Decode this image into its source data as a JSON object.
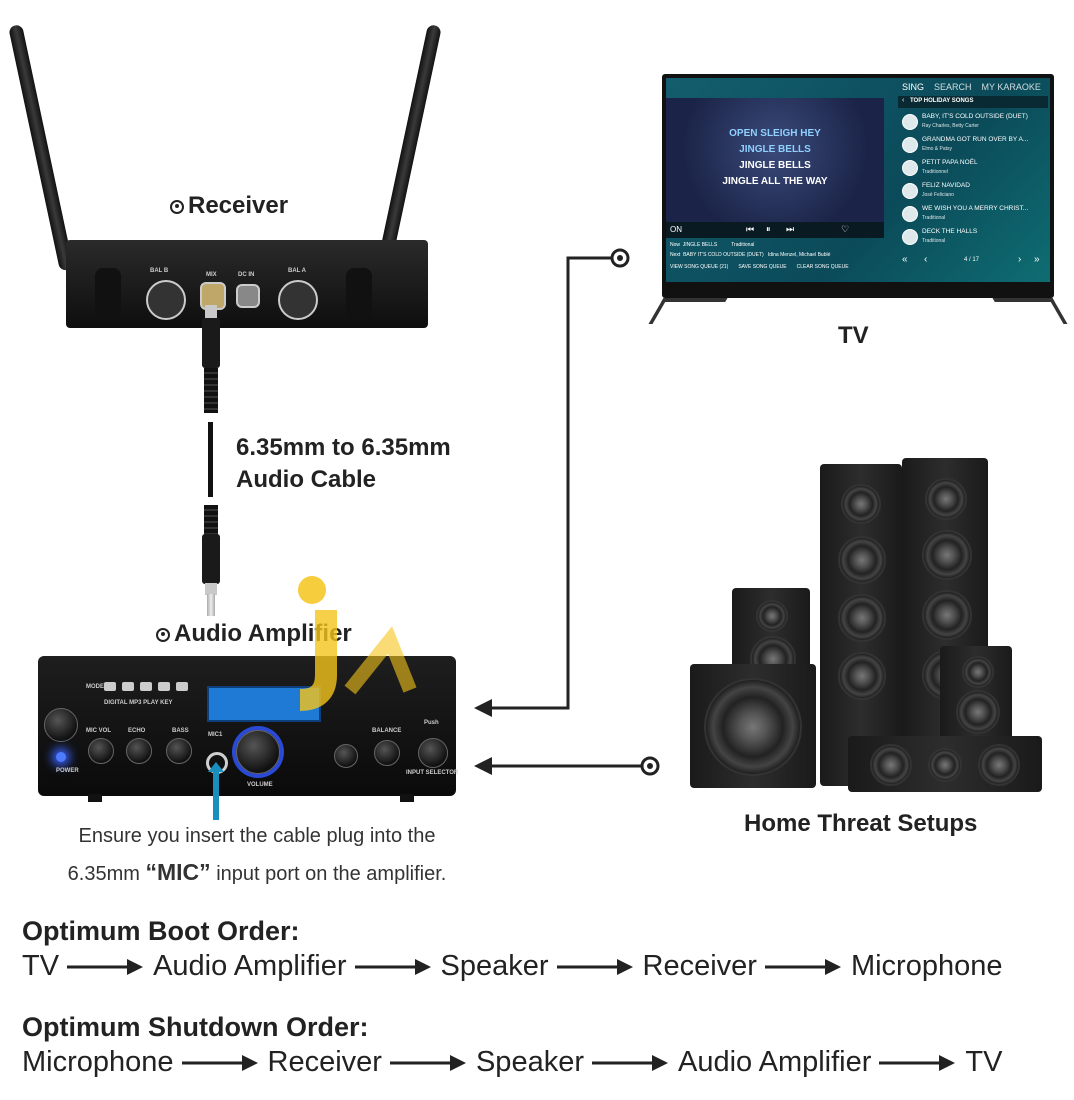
{
  "receiver": {
    "label": "Receiver",
    "ports": [
      "BAL B",
      "MIX",
      "DC IN",
      "BAL A"
    ]
  },
  "cable": {
    "line1": "6.35mm to 6.35mm",
    "line2": "Audio Cable"
  },
  "amplifier": {
    "label": "Audio Amplifier",
    "panel": {
      "top_row": [
        "MODE"
      ],
      "play_key": "DIGITAL MP3 PLAY KEY",
      "knobs": [
        "MIC VOL",
        "ECHO",
        "BASS",
        "MIC1",
        "VOLUME",
        "BALANCE",
        "Push"
      ],
      "power": "POWER",
      "input_selector": "INPUT SELECTOR"
    }
  },
  "note": {
    "line1": "Ensure you insert the cable plug into the",
    "line2_pre": "6.35mm ",
    "line2_bold": "“MIC”",
    "line2_post": " input port on the amplifier."
  },
  "tv": {
    "label": "TV",
    "screen": {
      "nav": [
        "SING",
        "SEARCH",
        "MY KARAOKE"
      ],
      "list_title": "TOP HOLIDAY SONGS",
      "lyrics": [
        "OPEN SLEIGH HEY",
        "JINGLE BELLS",
        "JINGLE BELLS",
        "JINGLE ALL THE WAY"
      ],
      "songs": [
        {
          "title": "BABY, IT'S COLD OUTSIDE (DUET)",
          "artist": "Ray Charles, Betty Carter"
        },
        {
          "title": "GRANDMA GOT RUN OVER BY A...",
          "artist": "Elmo & Patsy"
        },
        {
          "title": "PETIT PAPA NOËL",
          "artist": "Traditionnel"
        },
        {
          "title": "FELIZ NAVIDAD",
          "artist": "José Feliciano"
        },
        {
          "title": "WE WISH YOU A MERRY CHRIST...",
          "artist": "Traditional"
        },
        {
          "title": "DECK THE HALLS",
          "artist": "Traditional"
        }
      ],
      "lead_vocal": "ON",
      "now_label": "Now",
      "now_title": "JINGLE BELLS",
      "now_artist": "Traditional",
      "next_label": "Next",
      "next_title": "BABY IT'S COLD OUTSIDE (DUET)",
      "next_artist": "Idina Menzel, Michael Bublé",
      "buttons": [
        "VIEW SONG QUEUE (21)",
        "SAVE SONG QUEUE",
        "CLEAR SONG QUEUE"
      ],
      "page": "4 / 17"
    }
  },
  "speakers": {
    "label": "Home Threat Setups"
  },
  "boot_order": {
    "title": "Optimum Boot Order:",
    "steps": [
      "TV",
      "Audio Amplifier",
      "Speaker",
      "Receiver",
      "Microphone"
    ]
  },
  "shutdown_order": {
    "title": "Optimum Shutdown Order:",
    "steps": [
      "Microphone",
      "Receiver",
      "Speaker",
      "Audio Amplifier",
      "TV"
    ]
  },
  "colors": {
    "accent_arrow": "#1a8fbf",
    "amp_display": "#1f7ad6",
    "tv_screen": "#0f5a6a"
  }
}
